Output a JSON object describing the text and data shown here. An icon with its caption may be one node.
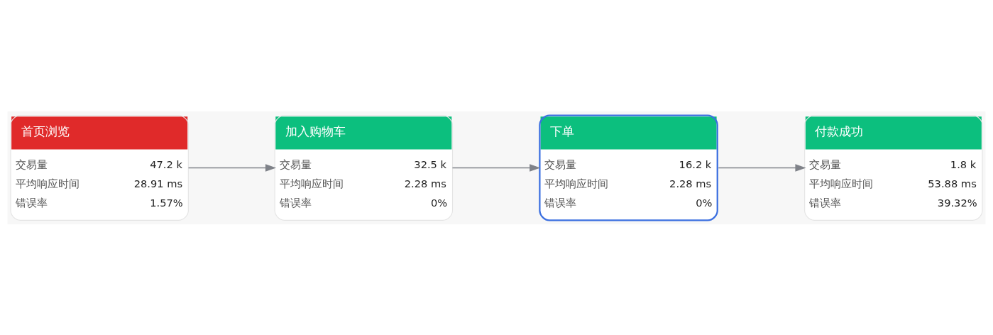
{
  "diagram": {
    "nodes": [
      {
        "text": [
          "首页浏览",
          "交易量",
          "47.2 k",
          "平均响应时间",
          "28.91 ms",
          "错误率",
          "1.57%"
        ]
      },
      {
        "text": [
          "加入购物车",
          "交易量",
          "32.5 k",
          "平均响应时间",
          "2.28 ms",
          "错误率",
          "0%"
        ]
      },
      {
        "text": [
          "下单",
          "交易量",
          "16.2 k",
          "平均响应时间",
          "2.28 ms",
          "错误率",
          "0%"
        ]
      },
      {
        "text": [
          "付款成功",
          "交易量",
          "1.8 k",
          "平均响应时间",
          "53.88 ms",
          "错误率",
          "39.32%"
        ]
      }
    ],
    "edges": [
      {
        "from": 0,
        "to": 1,
        "arrow": "to"
      },
      {
        "from": 1,
        "to": 2,
        "arrow": "to"
      },
      {
        "from": 2,
        "to": 3,
        "arrow": "to"
      }
    ]
  }
}
